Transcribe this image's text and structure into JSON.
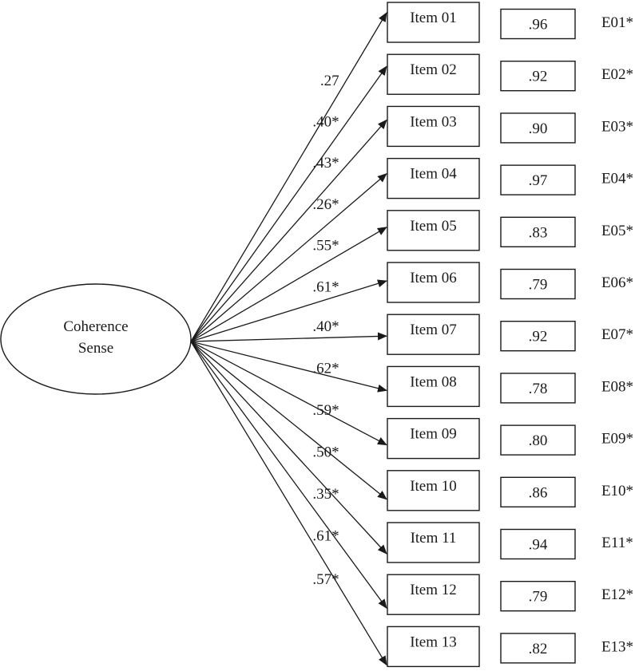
{
  "latent": {
    "label_line1": "Coherence",
    "label_line2": "Sense"
  },
  "items": [
    {
      "item": "Item 01",
      "loading": ".27",
      "residual": ".96",
      "error": "E01*"
    },
    {
      "item": "Item 02",
      "loading": ".40*",
      "residual": ".92",
      "error": "E02*"
    },
    {
      "item": "Item 03",
      "loading": ".43*",
      "residual": ".90",
      "error": "E03*"
    },
    {
      "item": "Item 04",
      "loading": ".26*",
      "residual": ".97",
      "error": "E04*"
    },
    {
      "item": "Item 05",
      "loading": ".55*",
      "residual": ".83",
      "error": "E05*"
    },
    {
      "item": "Item 06",
      "loading": ".61*",
      "residual": ".79",
      "error": "E06*"
    },
    {
      "item": "Item 07",
      "loading": ".40*",
      "residual": ".92",
      "error": "E07*"
    },
    {
      "item": "Item 08",
      "loading": ".62*",
      "residual": ".78",
      "error": "E08*"
    },
    {
      "item": "Item 09",
      "loading": ".59*",
      "residual": ".80",
      "error": "E09*"
    },
    {
      "item": "Item 10",
      "loading": ".50*",
      "residual": ".86",
      "error": "E10*"
    },
    {
      "item": "Item 11",
      "loading": ".35*",
      "residual": ".94",
      "error": "E11*"
    },
    {
      "item": "Item 12",
      "loading": ".61*",
      "residual": ".79",
      "error": "E12*"
    },
    {
      "item": "Item 13",
      "loading": ".57*",
      "residual": ".82",
      "error": "E13*"
    }
  ]
}
